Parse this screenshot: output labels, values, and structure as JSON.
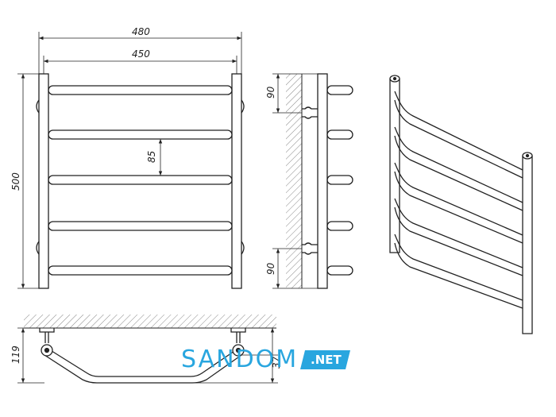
{
  "dimensions": {
    "overall_width": "480",
    "pipe_spacing_width": "450",
    "height": "500",
    "rung_pitch": "85",
    "top_mount_offset": "90",
    "bottom_mount_offset": "90",
    "depth": "119",
    "wall_clearance": "37"
  },
  "logo": {
    "word": "SANDOM",
    "suffix": ".NET",
    "color": "#29a6df"
  },
  "colors": {
    "line": "#222222",
    "hatch": "#777777"
  }
}
